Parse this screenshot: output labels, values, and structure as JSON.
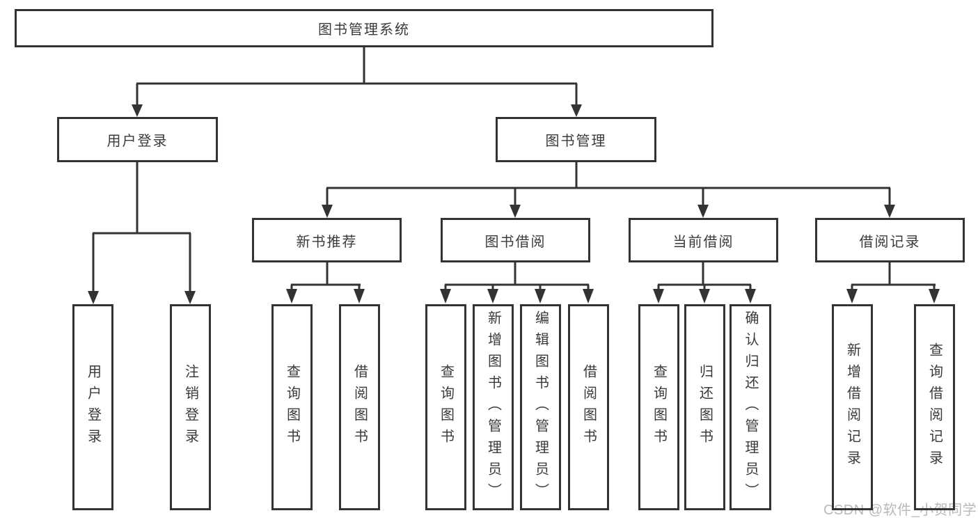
{
  "page": {
    "watermark": "CSDN @软件_小贺同学"
  },
  "colors": {
    "line": "#333333",
    "text": "#3a3a3a",
    "watermark": "#b9b9b9",
    "bg": "#ffffff"
  },
  "tree": {
    "label": "图书管理系统",
    "children": [
      {
        "label": "用户登录",
        "children": [
          {
            "label": "用户登录"
          },
          {
            "label": "注销登录"
          }
        ]
      },
      {
        "label": "图书管理",
        "children": [
          {
            "label": "新书推荐",
            "children": [
              {
                "label": "查询图书"
              },
              {
                "label": "借阅图书"
              }
            ]
          },
          {
            "label": "图书借阅",
            "children": [
              {
                "label": "查询图书"
              },
              {
                "label": "新增图书（管理员）"
              },
              {
                "label": "编辑图书（管理员）"
              },
              {
                "label": "借阅图书"
              }
            ]
          },
          {
            "label": "当前借阅",
            "children": [
              {
                "label": "查询图书"
              },
              {
                "label": "归还图书"
              },
              {
                "label": "确认归还（管理员）"
              }
            ]
          },
          {
            "label": "借阅记录",
            "children": [
              {
                "label": "新增借阅记录"
              },
              {
                "label": "查询借阅记录"
              }
            ]
          }
        ]
      }
    ]
  }
}
